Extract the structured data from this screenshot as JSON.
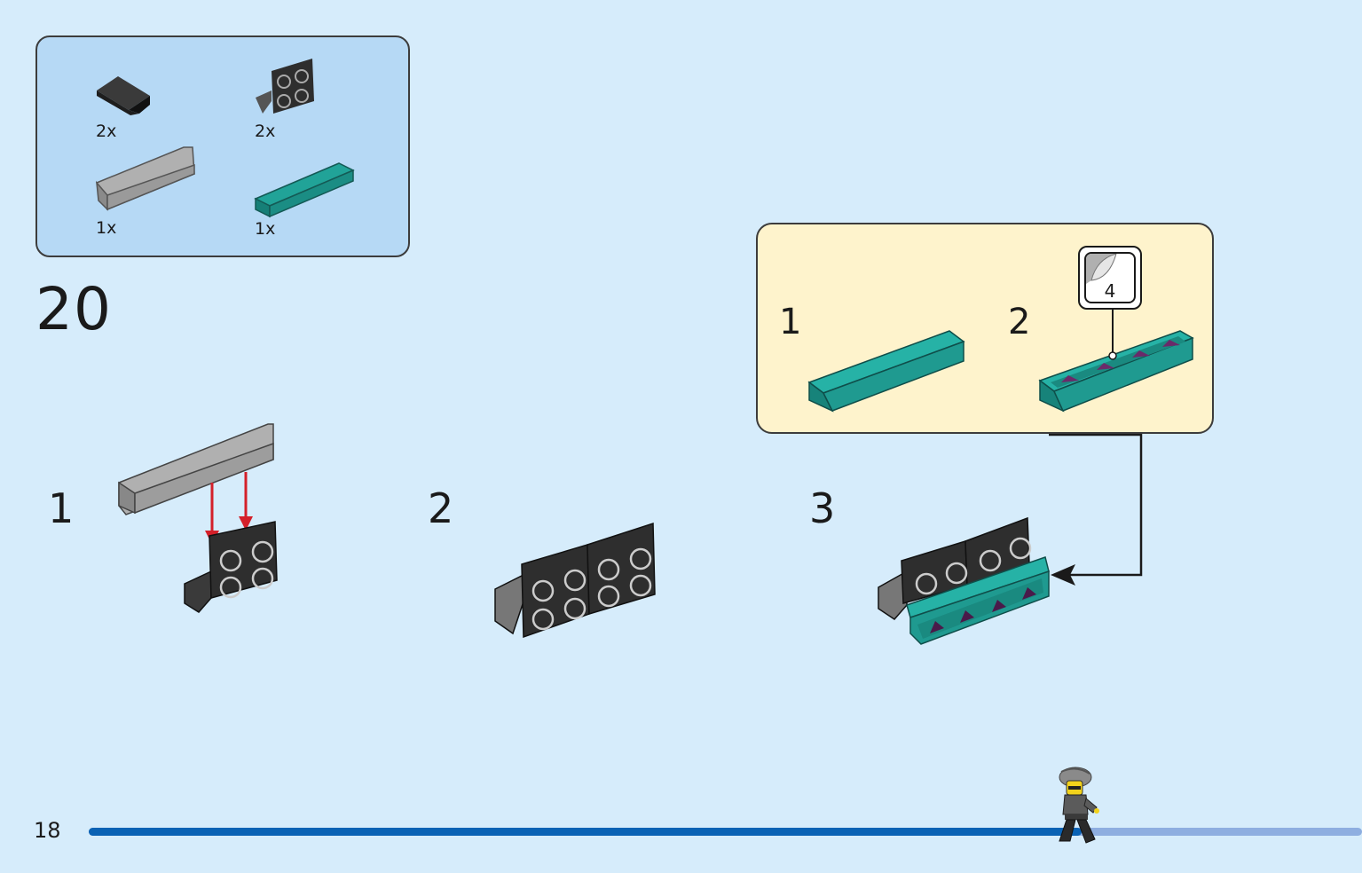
{
  "parts_list": [
    {
      "quantity": "2x",
      "icon": "black-slope-brick-icon"
    },
    {
      "quantity": "2x",
      "icon": "black-bracket-plate-icon"
    },
    {
      "quantity": "1x",
      "icon": "gray-panel-icon"
    },
    {
      "quantity": "1x",
      "icon": "teal-tile-icon"
    }
  ],
  "step_number": "20",
  "substeps": [
    {
      "number": "1"
    },
    {
      "number": "2"
    },
    {
      "number": "3"
    }
  ],
  "callout": {
    "steps": [
      {
        "number": "1"
      },
      {
        "number": "2"
      }
    ],
    "sticker_number": "4"
  },
  "page_number": "18",
  "progress": 0.78,
  "colors": {
    "background": "#d6ecfb",
    "parts_box": "#b6d9f5",
    "callout": "#fef3cc",
    "teal": "#1f9a90",
    "gray": "#a6a6a6",
    "black": "#2e2e2e",
    "arrow_red": "#d4202a",
    "progress_fill": "#0a62b4",
    "progress_track": "#8eaee0"
  }
}
